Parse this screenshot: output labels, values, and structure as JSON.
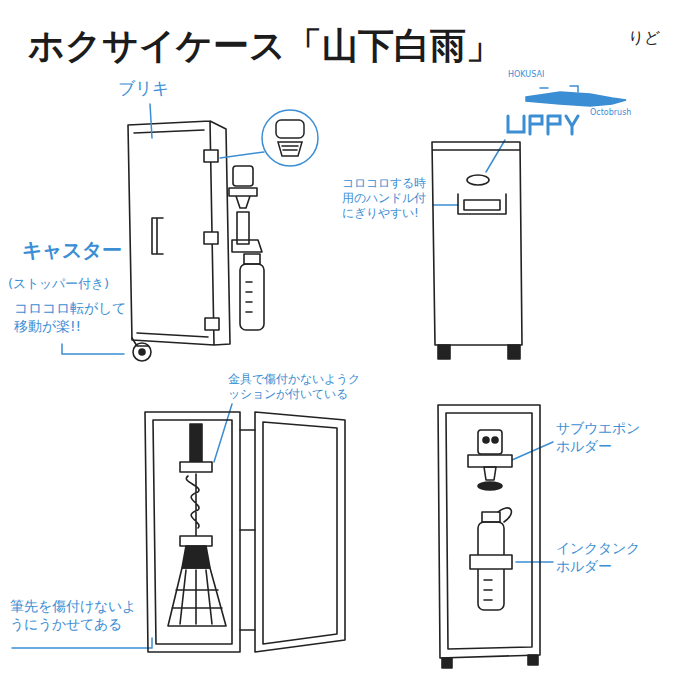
{
  "diagram": {
    "title": "ホクサイケース「山下白雨」",
    "labels": [
      "りど",
      "ブリキ",
      "HOKUSAI",
      "Octobrush",
      "キャスター",
      "(ストッパー付き)",
      "コロコロ転がして移動が楽!!",
      "コロコロする時用のハンドル付にぎりやすい!",
      "金具で傷付かないようクッションが付いている",
      "筆先を傷付けないようにうかせてある",
      "サブウエポンホルダー",
      "インクタンクホルダー"
    ]
  }
}
